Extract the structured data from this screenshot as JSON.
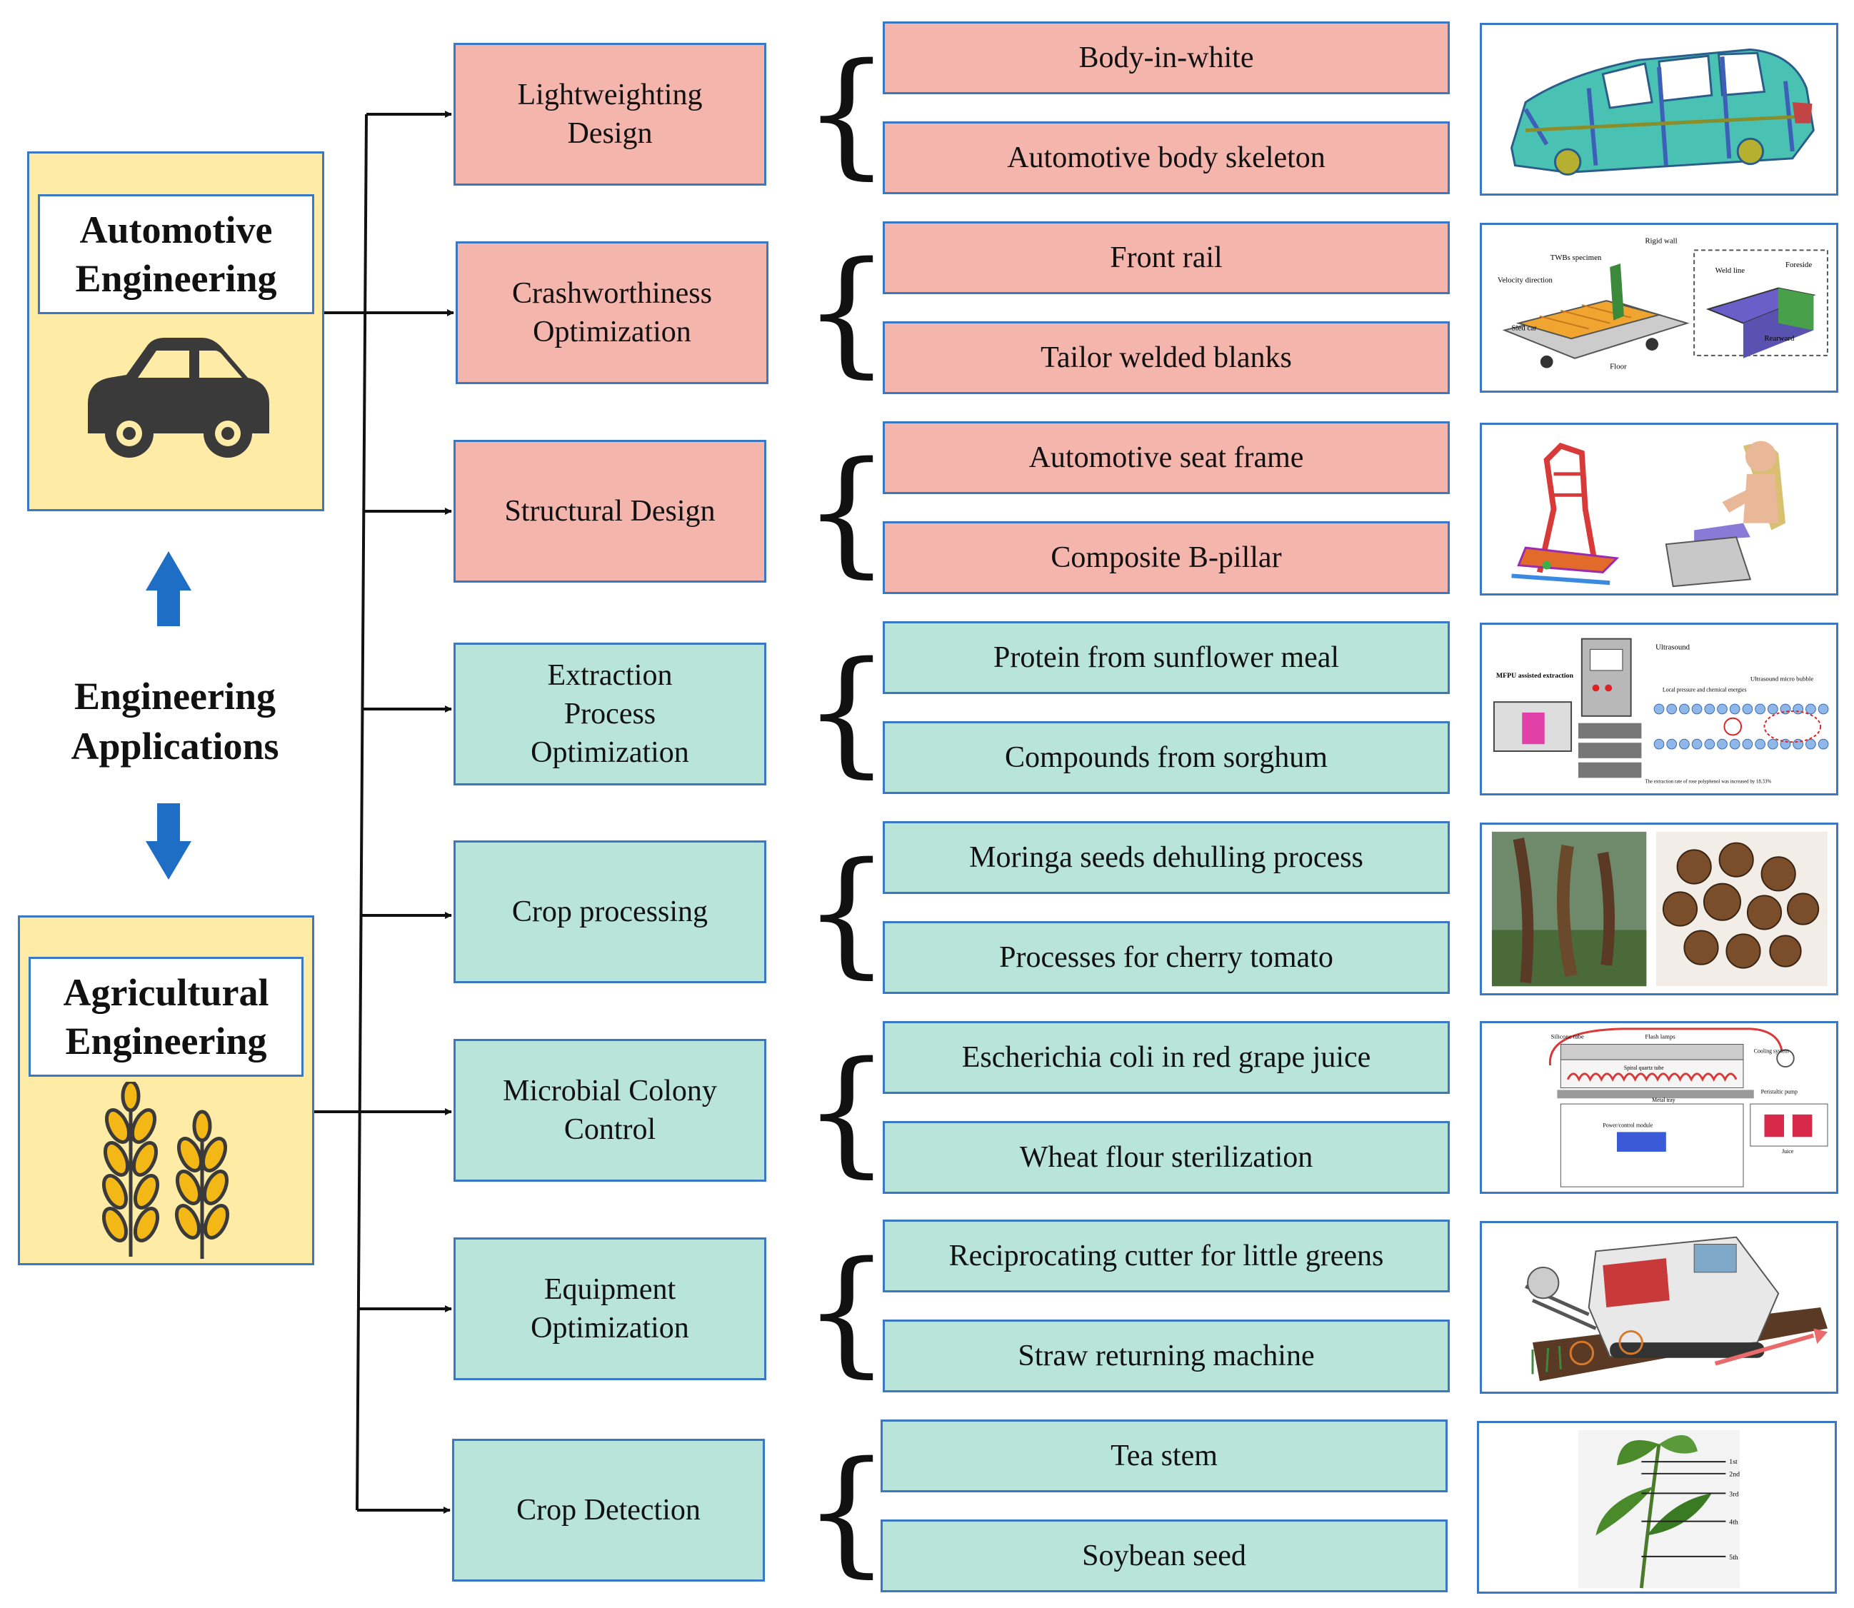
{
  "automotive": {
    "title_line1": "Automotive",
    "title_line2": "Engineering"
  },
  "applications": {
    "line1": "Engineering",
    "line2": "Applications"
  },
  "agricultural": {
    "title_line1": "Agricultural",
    "title_line2": "Engineering"
  },
  "categories": [
    {
      "line1": "Lightweighting",
      "line2": "Design",
      "items": [
        "Body-in-white",
        "Automotive body skeleton"
      ]
    },
    {
      "line1": "Crashworthiness",
      "line2": "Optimization",
      "items": [
        "Front rail",
        "Tailor welded blanks"
      ]
    },
    {
      "line1": "Structural Design",
      "line2": "",
      "items": [
        "Automotive seat frame",
        "Composite B-pillar"
      ]
    },
    {
      "line1": "Extraction",
      "line2": "Process",
      "line3": "Optimization",
      "items": [
        "Protein from sunflower meal",
        "Compounds from sorghum"
      ]
    },
    {
      "line1": "Crop processing",
      "line2": "",
      "items": [
        "Moringa seeds dehulling process",
        "Processes for cherry tomato"
      ]
    },
    {
      "line1": "Microbial Colony",
      "line2": "Control",
      "items": [
        "Escherichia coli in red grape juice",
        "Wheat flour sterilization"
      ]
    },
    {
      "line1": "Equipment",
      "line2": "Optimization",
      "items": [
        "Reciprocating cutter for little greens",
        "Straw returning machine"
      ]
    },
    {
      "line1": "Crop Detection",
      "line2": "",
      "items": [
        "Tea stem",
        "Soybean seed"
      ]
    }
  ],
  "figure_text": {
    "crash": [
      "TWBs specimen",
      "Rigid wall",
      "Velocity direction",
      "Weld line",
      "Foreside",
      "Sled car",
      "Floor",
      "Rearward"
    ],
    "extraction": [
      "MFPU assisted extraction",
      "Ultrasound",
      "Local pressure and chemical energies",
      "Ultrasound micro bubble",
      "The extraction rate of rose polyphenol was increased by 18.33%"
    ],
    "microbial": [
      "Silicone tube",
      "Flash lamps",
      "Spiral quartz tube",
      "Cooling system",
      "Peristaltic pump",
      "Metal tray",
      "Power/control module",
      "Juice"
    ],
    "tea": [
      "1st",
      "2nd",
      "3rd",
      "4th",
      "5th"
    ]
  },
  "colors": {
    "border": "#3b78c4",
    "panel": "#fdeba6",
    "red": "#f4b5ac",
    "teal": "#b9e4da",
    "arrow": "#1f6ec6"
  }
}
